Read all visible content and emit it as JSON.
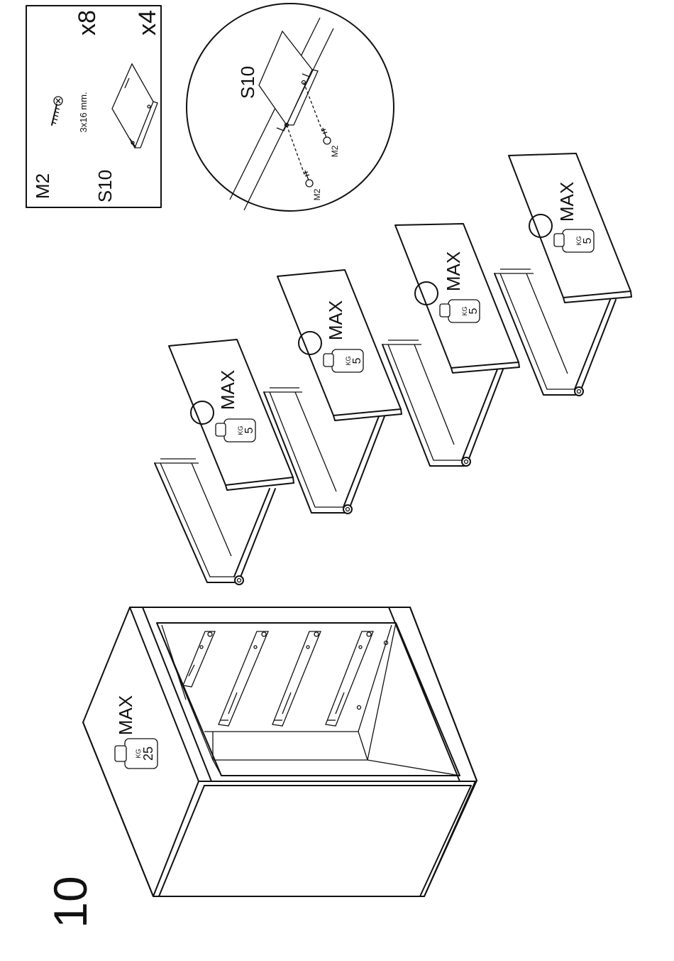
{
  "step": {
    "number": "10"
  },
  "parts_box": {
    "items": [
      {
        "code": "M2",
        "quantity": "x8",
        "spec": "3x16 mm.",
        "icon": "screw-icon"
      },
      {
        "code": "S10",
        "quantity": "x4",
        "spec": "",
        "icon": "drawer-runner-icon"
      }
    ]
  },
  "detail_circle": {
    "part_label": "S10",
    "screw_labels": [
      "M2",
      "M2"
    ]
  },
  "load_limits": {
    "cabinet": {
      "kg_unit": "KG",
      "value": "25",
      "label": "MAX"
    },
    "drawer": {
      "kg_unit": "KG",
      "value": "5",
      "label": "MAX"
    }
  }
}
